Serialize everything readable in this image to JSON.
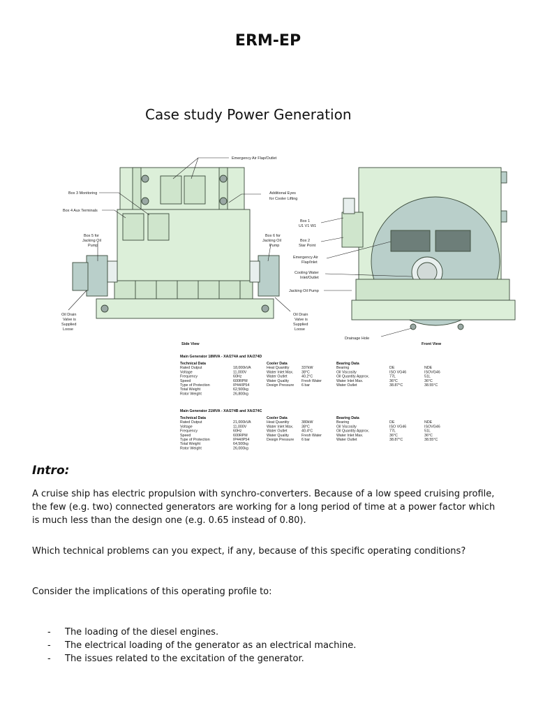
{
  "document": {
    "title": "ERM-EP",
    "subtitle": "Case study Power Generation"
  },
  "figure": {
    "side_view_labels": {
      "emergency_air": "Emergency Air Flap/Outlet",
      "box3": "Box 3 Monitoring",
      "box4": "Box 4 Aux Terminals",
      "additional_eyes_1": "Additional Eyes",
      "additional_eyes_2": "for Cooler Lifting",
      "box5_1": "Box 5 for",
      "box5_2": "Jacking Oil",
      "box5_3": "Pump",
      "box6_1": "Box 6 for",
      "box6_2": "Jacking Oil",
      "box6_3": "Pump",
      "oil_drain_left_1": "Oil Drain",
      "oil_drain_left_2": "Valve is",
      "oil_drain_left_3": "Supplied",
      "oil_drain_left_4": "Loose",
      "oil_drain_right_1": "Oil Drain",
      "oil_drain_right_2": "Valve is",
      "oil_drain_right_3": "Supplied",
      "oil_drain_right_4": "Loose",
      "caption": "Side View"
    },
    "front_view_labels": {
      "box1_1": "Box 1",
      "box1_2": "U1 V1 W1",
      "box2_1": "Box 2",
      "box2_2": "Star Point",
      "emergency_air_1": "Emergency Air",
      "emergency_air_2": "Flap/Inlet",
      "cooling_water_1": "Cooling Water",
      "cooling_water_2": "Inlet/Outlet",
      "jacking_oil": "Jacking Oil Pump",
      "drainage": "Drainage Hole",
      "caption": "Front View"
    },
    "tables": [
      {
        "title": "Main Generator 18MVA - XA/274A and XA/274D",
        "technical_header": "Technical Data",
        "technical": [
          [
            "Rated Output",
            "18,000kVA"
          ],
          [
            "Voltage",
            "11,000V"
          ],
          [
            "Frequency",
            "60Hz"
          ],
          [
            "Speed",
            "600RPM"
          ],
          [
            "Type of Protection",
            "IP44/IP54"
          ],
          [
            "Total Weight",
            "62,500kg"
          ],
          [
            "Rotor Weight",
            "26,800kg"
          ]
        ],
        "cooler_header": "Cooler Data",
        "cooler": [
          [
            "Heat Quantity",
            "337kW"
          ],
          [
            "Water Inlet Max.",
            "38°C"
          ],
          [
            "Water Outlet",
            "40.2°C"
          ],
          [
            "Water Quality",
            "Fresh Water"
          ],
          [
            "Design Pressure",
            "6 bar"
          ]
        ],
        "bearing_header": "Bearing Data",
        "bearing": [
          [
            "Bearing",
            "DE",
            "NDE"
          ],
          [
            "Oil Viscosity",
            "ISO VG46",
            "ISOVG46"
          ],
          [
            "Oil Quantity Approx.",
            "77L",
            "51L"
          ],
          [
            "Water Inlet Max.",
            "36°C",
            "36°C"
          ],
          [
            "Water Outlet",
            "38.87°C",
            "38.55°C"
          ]
        ]
      },
      {
        "title": "Main Generator 21MVA - XA/274B and XA/274C",
        "technical_header": "Technical Data",
        "technical": [
          [
            "Rated Output",
            "21,000kVA"
          ],
          [
            "Voltage",
            "11,000V"
          ],
          [
            "Frequency",
            "60Hz"
          ],
          [
            "Speed",
            "600RPM"
          ],
          [
            "Type of Protection",
            "IP44/IP54"
          ],
          [
            "Total Weight",
            "64,500kg"
          ],
          [
            "Rotor Weight",
            "26,000kg"
          ]
        ],
        "cooler_header": "Cooler Data",
        "cooler": [
          [
            "Heat Quantity",
            "380kW"
          ],
          [
            "Water Inlet Max.",
            "38°C"
          ],
          [
            "Water Outlet",
            "40.4°C"
          ],
          [
            "Water Quality",
            "Fresh Water"
          ],
          [
            "Design Pressure",
            "6 bar"
          ]
        ],
        "bearing_header": "Bearing Data",
        "bearing": [
          [
            "Bearing",
            "DE",
            "NDE"
          ],
          [
            "Oil Viscosity",
            "ISO VG46",
            "ISOVG46"
          ],
          [
            "Oil Quantity Approx.",
            "77L",
            "51L"
          ],
          [
            "Water Inlet Max.",
            "36°C",
            "36°C"
          ],
          [
            "Water Outlet",
            "38.87°C",
            "38.55°C"
          ]
        ]
      }
    ]
  },
  "intro": {
    "heading": "Intro:",
    "paragraph1": "A cruise ship has electric propulsion with synchro-converters. Because of a low speed cruising profile, the few (e.g. two) connected generators are working for a long period of time at a power factor which is much less than the design one (e.g. 0.65 instead of 0.80).",
    "question": "Which technical problems can you expect, if any,  because of this specific operating conditions?",
    "consider": "Consider the implications of this operating profile to:",
    "bullet_marker": "-",
    "bullets": [
      "The loading of the diesel engines.",
      "The electrical loading of the generator as an electrical machine.",
      "The issues related to the excitation of the generator."
    ]
  },
  "colors": {
    "machine_fill": "#dcefd9",
    "machine_stroke": "#3a4a3a",
    "coupling_fill": "#b9cfca",
    "panel_fill": "#cfe5cc",
    "dark_window": "#6d7e79"
  }
}
